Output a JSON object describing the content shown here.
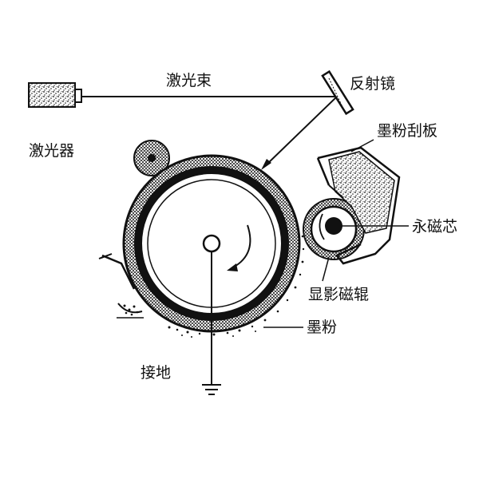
{
  "labels": {
    "laser_beam": "激光束",
    "mirror": "反射镜",
    "laser": "激光器",
    "toner_blade": "墨粉刮板",
    "permanent_magnet_core": "永磁芯",
    "developer_roller": "显影磁辊",
    "toner": "墨粉",
    "ground": "接地"
  },
  "colors": {
    "ink": "#111111",
    "background": "#ffffff"
  }
}
